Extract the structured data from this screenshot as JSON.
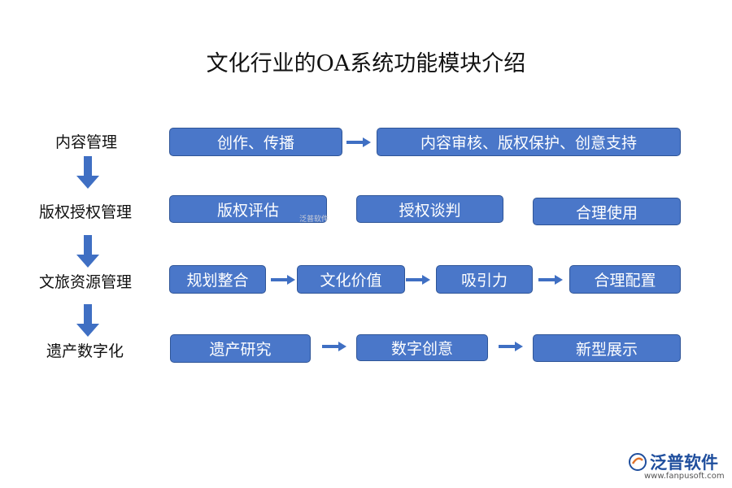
{
  "title": "文化行业的OA系统功能模块介绍",
  "rows": [
    {
      "label": "内容管理",
      "boxes": [
        "创作、传播",
        "内容审核、版权保护、创意支持"
      ]
    },
    {
      "label": "版权授权管理",
      "boxes": [
        "版权评估",
        "授权谈判",
        "合理使用"
      ]
    },
    {
      "label": "文旅资源管理",
      "boxes": [
        "规划整合",
        "文化价值",
        "吸引力",
        "合理配置"
      ]
    },
    {
      "label": "遗产数字化",
      "boxes": [
        "遗产研究",
        "数字创意",
        "新型展示"
      ]
    }
  ],
  "watermark": "泛普软件",
  "logo": {
    "name": "泛普软件",
    "url": "www.fanpusoft.com"
  },
  "colors": {
    "box_fill": "#4a77c9",
    "box_border": "#2f5597",
    "arrow": "#3f6fc3"
  }
}
